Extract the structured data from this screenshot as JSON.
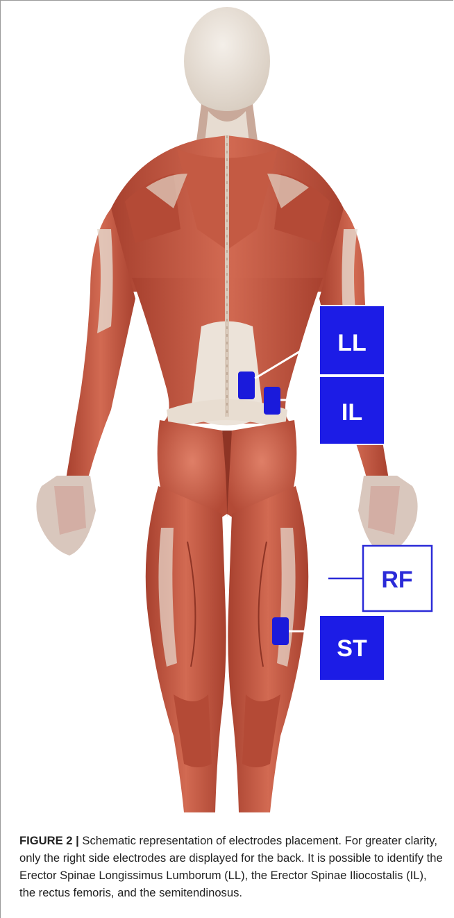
{
  "figure": {
    "labels": [
      {
        "id": "LL",
        "text": "LL",
        "style": "filled"
      },
      {
        "id": "IL",
        "text": "IL",
        "style": "filled"
      },
      {
        "id": "RF",
        "text": "RF",
        "style": "outline"
      },
      {
        "id": "ST",
        "text": "ST",
        "style": "filled"
      }
    ],
    "colors": {
      "electrode": "#1a1adb",
      "label_fill": "#1c1ce6",
      "label_outline": "#2b2bd8",
      "muscle": "#c8533e",
      "tendon": "#ece3d9"
    }
  },
  "caption": {
    "lead": "FIGURE 2 |",
    "text": "Schematic representation of electrodes placement. For greater clarity, only the right side electrodes are displayed for the back. It is possible to identify the Erector Spinae Longissimus Lumborum (LL), the Erector Spinae Iliocostalis (IL), the rectus femoris, and the semitendinosus."
  }
}
